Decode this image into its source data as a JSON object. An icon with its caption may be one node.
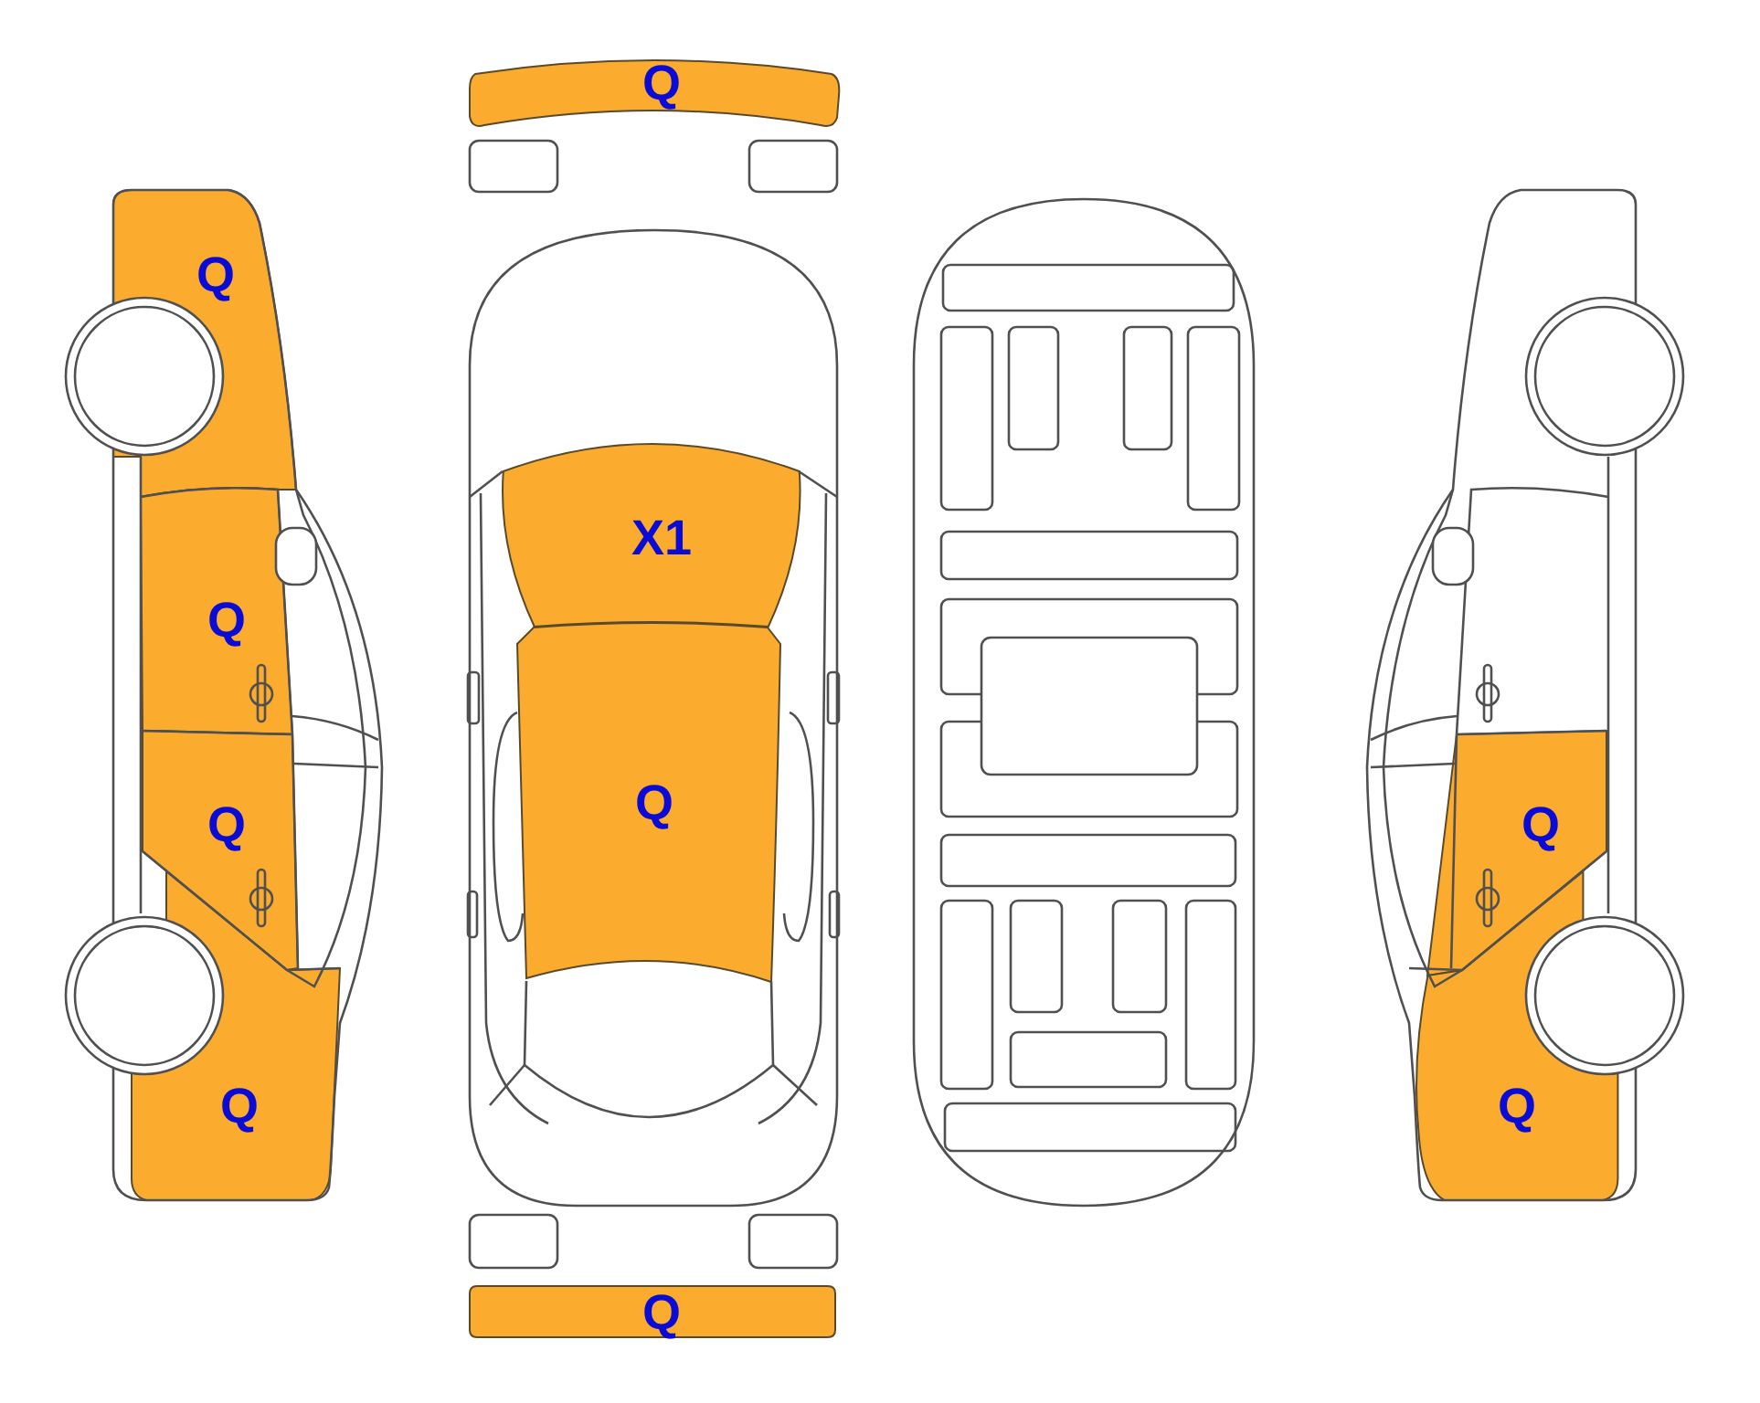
{
  "diagram": {
    "nodes": [
      {
        "text": [
          "Q"
        ]
      },
      {
        "text": [
          "Q"
        ]
      },
      {
        "text": [
          "X1"
        ]
      },
      {
        "text": [
          "Q"
        ]
      },
      {
        "text": [
          "Q"
        ]
      },
      {
        "text": [
          "Q"
        ]
      },
      {
        "text": [
          "Q"
        ]
      },
      {
        "text": [
          "Q"
        ]
      },
      {
        "text": [
          "Q"
        ]
      },
      {
        "text": [
          "Q"
        ]
      }
    ]
  }
}
